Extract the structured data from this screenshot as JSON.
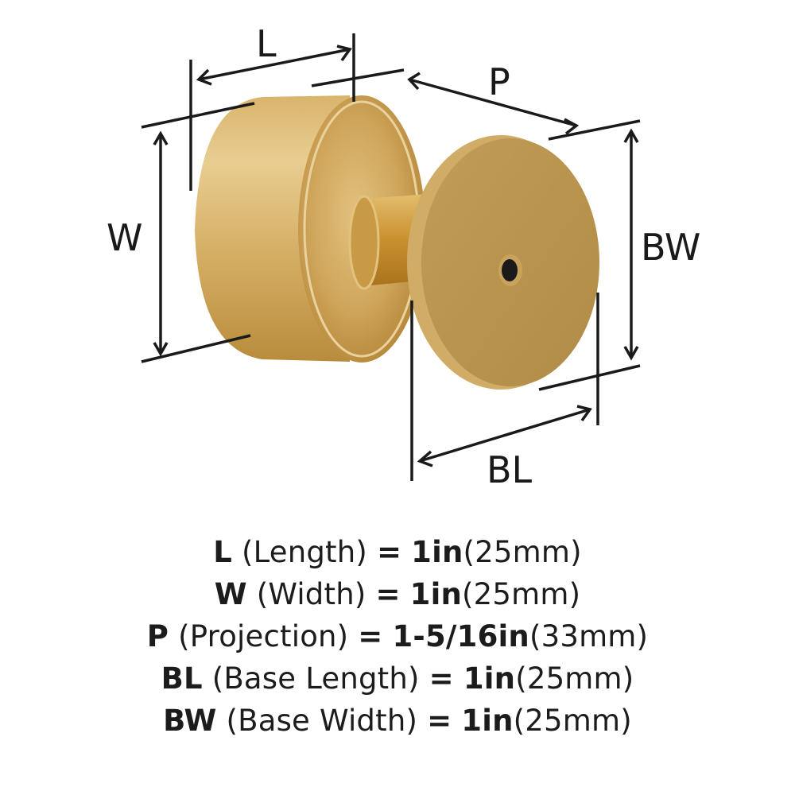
{
  "diagram": {
    "subject": "brass cabinet knob with round base plate",
    "colors": {
      "brass_light": "#e6c98a",
      "brass_mid": "#cfa35a",
      "brass_dark": "#a87a2a",
      "base_face": "#b8954f",
      "hole": "#1a1a1a",
      "dimension_line": "#1a1a1a",
      "background": "#ffffff"
    },
    "dimension_labels": {
      "L": "L",
      "W": "W",
      "P": "P",
      "BW": "BW",
      "BL": "BL"
    }
  },
  "specs": [
    {
      "code": "L",
      "name": "(Length)",
      "eq": "=",
      "value": "1in",
      "metric": "(25mm)"
    },
    {
      "code": "W",
      "name": "(Width)",
      "eq": "=",
      "value": "1in",
      "metric": "(25mm)"
    },
    {
      "code": "P",
      "name": "(Projection)",
      "eq": "=",
      "value": "1-5/16in",
      "metric": "(33mm)"
    },
    {
      "code": "BL",
      "name": "(Base Length)",
      "eq": "=",
      "value": "1in",
      "metric": "(25mm)"
    },
    {
      "code": "BW",
      "name": "(Base Width)",
      "eq": "=",
      "value": "1in",
      "metric": "(25mm)"
    }
  ]
}
